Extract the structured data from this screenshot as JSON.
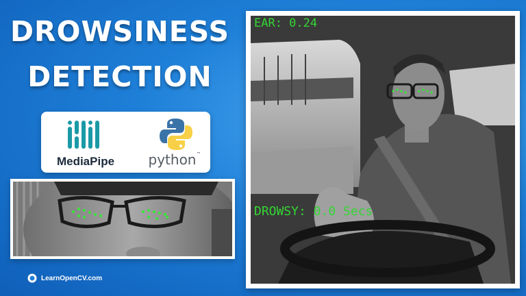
{
  "title": {
    "line1": "DROWSINESS",
    "line2": "DETECTION"
  },
  "logos": {
    "mediapipe_label": "MediaPipe",
    "python_label": "python",
    "python_tm": "™"
  },
  "brand": {
    "label": "LearnOpenCV.com"
  },
  "video": {
    "ear_text": "EAR: 0.24",
    "drowsy_text": "DROWSY: 0.0 Secs"
  },
  "colors": {
    "background": "#1e7fd8",
    "overlay_text": "#33d633",
    "landmarks": "#39e639",
    "mediapipe_teal": "#1a9aa6",
    "python_blue": "#3a73a8",
    "python_yellow": "#f7d047"
  }
}
